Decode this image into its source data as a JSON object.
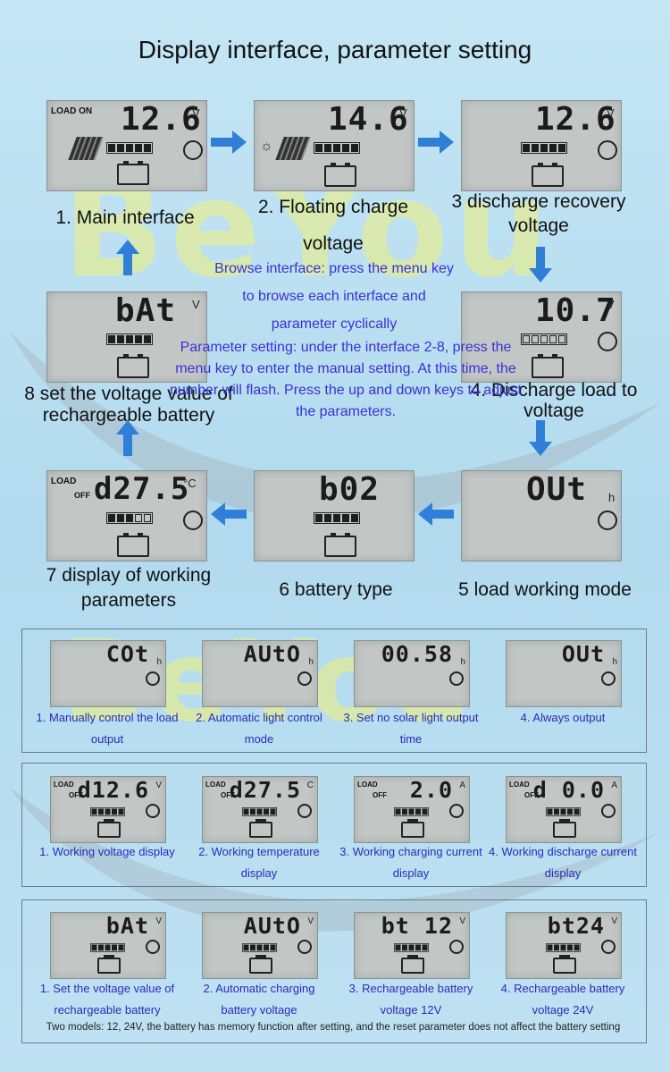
{
  "title": "Display interface, parameter setting",
  "watermark": "BeYou",
  "colors": {
    "arrow": "#2f7fd9",
    "note_text": "#3a2fd6",
    "caption_text": "#2a2ab8",
    "lcd_bg": "#c2c7c6"
  },
  "screens": {
    "s1": {
      "digits": "12.6",
      "unit": "V",
      "tag": "LOAD ON"
    },
    "s2": {
      "digits": "14.6",
      "unit": "V"
    },
    "s3": {
      "digits": "12.6",
      "unit": "V"
    },
    "s4": {
      "digits": "10.7",
      "unit": "V"
    },
    "s5": {
      "digits": "OUt",
      "unit": "h"
    },
    "s6": {
      "digits": "b02"
    },
    "s7": {
      "digits": "d27.5",
      "unit": "°C",
      "tag1": "LOAD",
      "tag2": "OFF"
    },
    "s8": {
      "digits": "bAt",
      "unit": "V"
    }
  },
  "labels": {
    "l1": "1. Main interface",
    "l2": "2. Floating charge voltage",
    "l3": "3 discharge recovery voltage",
    "l4": "4. Discharge load to voltage",
    "l5": "5 load working mode",
    "l6": "6 battery type",
    "l7": "7 display of working parameters",
    "l8": "8 set the voltage value of rechargeable battery"
  },
  "notes": {
    "browse": "Browse interface: press the menu key to browse each interface and parameter cyclically",
    "param": "Parameter setting: under the interface 2-8, press the menu key to enter the manual setting. At this time, the number will flash. Press the up and down keys to adjust the parameters."
  },
  "section1": [
    {
      "digits": "COt",
      "unit": "h",
      "caption": "1. Manually control the load output"
    },
    {
      "digits": "AUtO",
      "unit": "h",
      "caption": "2. Automatic light control mode"
    },
    {
      "digits": "00.58",
      "unit": "h",
      "caption": "3. Set no solar light output time"
    },
    {
      "digits": "OUt",
      "unit": "h",
      "caption": "4. Always output"
    }
  ],
  "section2": [
    {
      "digits": "d12.6",
      "unit": "V",
      "tag1": "LOAD",
      "tag2": "OFF",
      "caption": "1. Working voltage display"
    },
    {
      "digits": "d27.5",
      "unit": "C",
      "tag1": "LOAD",
      "tag2": "OFF",
      "caption": "2. Working temperature display"
    },
    {
      "digits": "2.0",
      "unit": "A",
      "tag1": "LOAD",
      "tag2": "OFF",
      "caption": "3. Working charging current display"
    },
    {
      "digits": "d 0.0",
      "unit": "A",
      "tag1": "LOAD",
      "tag2": "OFF",
      "caption": "4. Working discharge current display"
    }
  ],
  "section3": [
    {
      "digits": "bAt",
      "unit": "V",
      "caption": "1. Set the voltage value of rechargeable battery"
    },
    {
      "digits": "AUtO",
      "unit": "V",
      "caption": "2. Automatic charging battery voltage"
    },
    {
      "digits": "bt 12",
      "unit": "V",
      "caption": "3. Rechargeable battery voltage 12V"
    },
    {
      "digits": "bt24",
      "unit": "V",
      "caption": "4. Rechargeable battery voltage 24V"
    }
  ],
  "footer": "Two models: 12, 24V, the battery has memory function after setting, and the reset parameter does not affect the battery setting"
}
